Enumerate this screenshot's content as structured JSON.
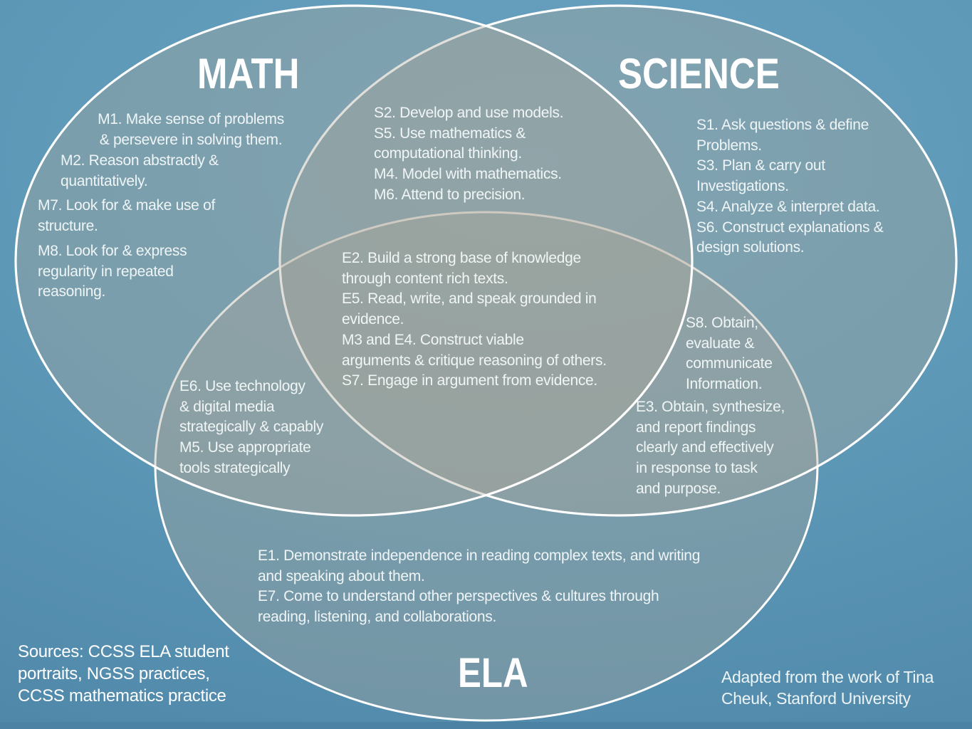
{
  "titles": {
    "math": "MATH",
    "science": "SCIENCE",
    "ela": "ELA"
  },
  "venn": {
    "fill": "rgba(172,166,152,0.36)",
    "stroke": "#ffffff",
    "background_top": "#6ba3c0",
    "background_mid": "#5d98b7",
    "background_bottom": "#4e85a7",
    "bottom_bar": "#4c82a4"
  },
  "regions": {
    "math_only": {
      "m1": [
        "M1. Make sense of problems",
        "& persevere in solving them."
      ],
      "m2": [
        "M2. Reason abstractly &",
        "quantitatively."
      ],
      "m7": [
        "M7. Look for & make use of",
        "structure."
      ],
      "m8": [
        "M8. Look for & express",
        "regularity in repeated",
        "reasoning."
      ]
    },
    "math_science": [
      "S2. Develop and use models.",
      "S5. Use mathematics &",
      "computational thinking.",
      "M4. Model with mathematics.",
      "M6. Attend to precision."
    ],
    "science_only": [
      "S1. Ask questions & define",
      "Problems.",
      "S3. Plan & carry out",
      "Investigations.",
      "S4. Analyze & interpret data.",
      "S6. Construct explanations &",
      "design solutions."
    ],
    "center": [
      "E2. Build a strong base of knowledge",
      "through content rich texts.",
      "E5. Read, write, and speak grounded in",
      "evidence.",
      "M3 and E4. Construct viable",
      "arguments & critique reasoning of others.",
      "S7. Engage in argument from evidence."
    ],
    "math_ela": [
      "E6. Use technology",
      "& digital media",
      "strategically & capably",
      "M5. Use appropriate",
      "tools strategically"
    ],
    "science_ela": {
      "s8": [
        "S8. Obtain,",
        "evaluate &",
        "communicate",
        "Information."
      ],
      "e3": [
        "E3. Obtain, synthesize,",
        "and report findings",
        "clearly and effectively",
        "in response to task",
        "and purpose."
      ]
    },
    "ela_only": [
      "E1. Demonstrate independence in reading complex texts, and writing",
      "and speaking about them.",
      "E7. Come to understand other perspectives & cultures through",
      "reading, listening, and collaborations."
    ]
  },
  "footer": {
    "sources": [
      "Sources: CCSS ELA student",
      "portraits, NGSS practices,",
      "CCSS mathematics practice"
    ],
    "credit": [
      "Adapted from the work of Tina",
      "Cheuk, Stanford University"
    ]
  }
}
